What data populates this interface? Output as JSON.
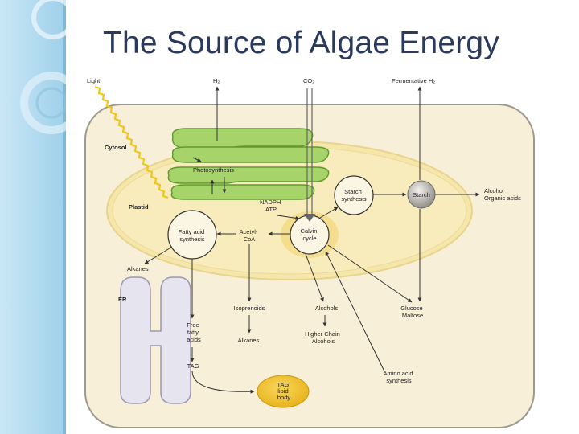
{
  "slide": {
    "title": "The Source of Algae Energy"
  },
  "diagram": {
    "top_labels": {
      "light": "Light",
      "h2": "H₂",
      "co2": "CO₂",
      "fermentative_h2": "Fermentative H₂"
    },
    "compartments": {
      "cytosol": "Cytosol",
      "plastid": "Plastid",
      "er": "ER"
    },
    "nodes": {
      "photosynthesis": "Photosynthesis",
      "nadph": "NADPH",
      "atp": "ATP",
      "starch_synthesis": [
        "Starch",
        "synthesis"
      ],
      "starch": "Starch",
      "alcohol_organic_acids": [
        "Alcohol",
        "Organic acids"
      ],
      "fatty_acid_synthesis": [
        "Fatty acid",
        "synthesis"
      ],
      "acetyl_coa": [
        "Acetyl-",
        "CoA"
      ],
      "calvin_cycle": [
        "Calvin",
        "cycle"
      ],
      "alkanes_left": "Alkanes",
      "isoprenoids": "Isoprenoids",
      "alcohols": "Alcohols",
      "glucose_maltose": [
        "Glucose",
        "Maltose"
      ],
      "free_fatty_acids": [
        "Free",
        "fatty",
        "acids"
      ],
      "alkanes": "Alkanes",
      "higher_chain_alcohols": [
        "Higher Chain",
        "Alcohols"
      ],
      "tag": "TAG",
      "amino_acid_synthesis": [
        "Amino acid",
        "synthesis"
      ],
      "tag_lipid_body": [
        "TAG",
        "lipid",
        "body"
      ]
    },
    "colors": {
      "cell_fill": "#f8efd8",
      "cell_stroke": "#9a9a8e",
      "plastid_fill": "#f6e6a6",
      "thylakoid_fill": "#a6d46a",
      "thylakoid_stroke": "#5f9a2c",
      "er_fill": "#e6e4ef",
      "er_stroke": "#9b98b0",
      "lipid_body": "#f0c22a",
      "light_ray": "#f0c419",
      "title": "#2a3a5c",
      "sidebar": "#a9d6ee"
    }
  }
}
